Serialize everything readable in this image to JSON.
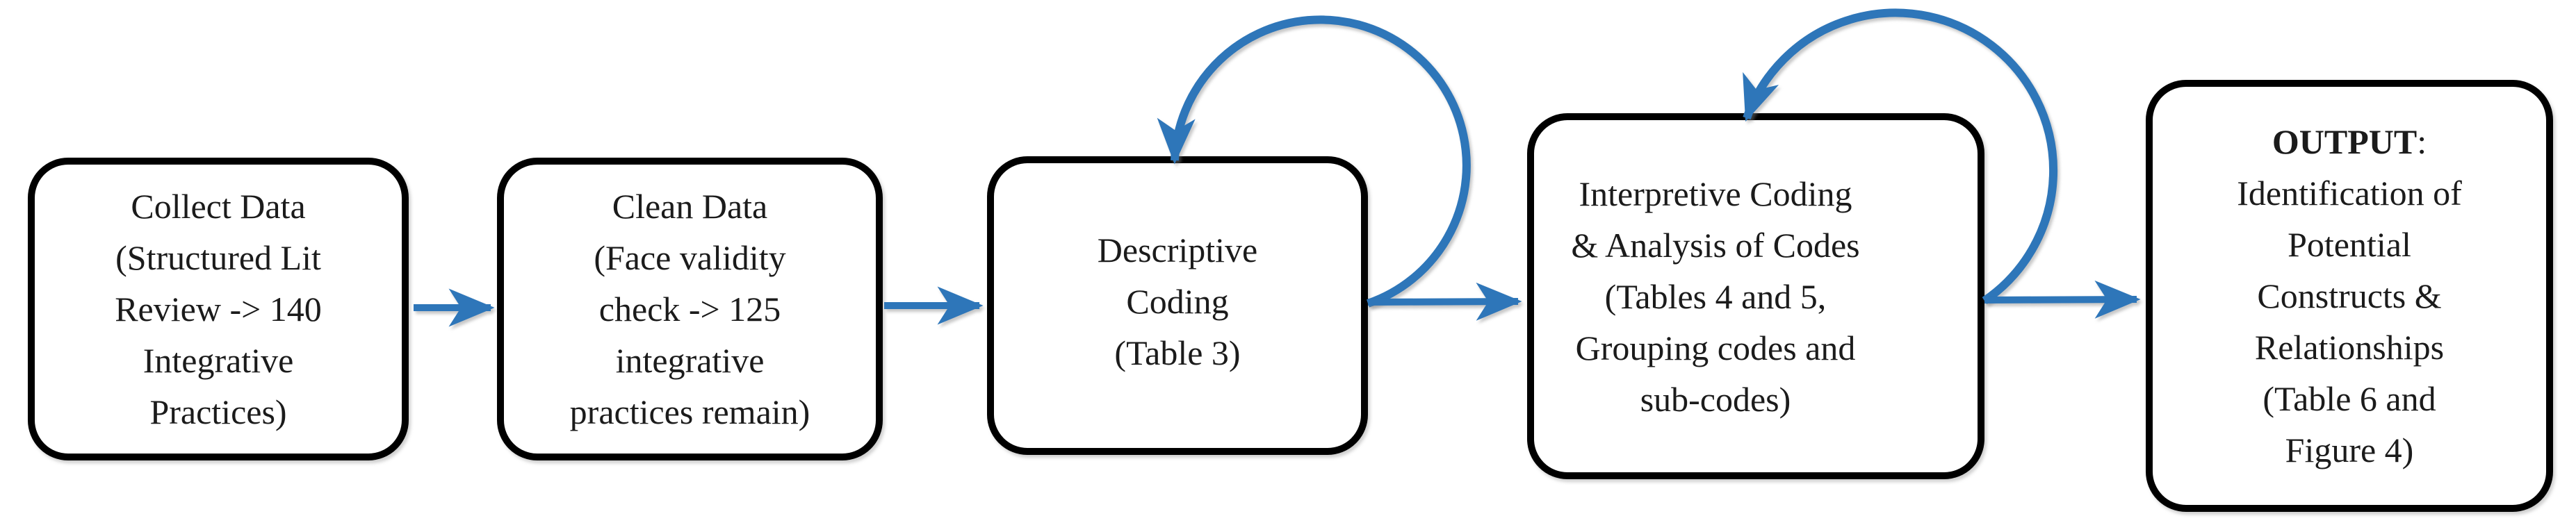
{
  "figure": {
    "type": "flowchart",
    "background": "#ffffff",
    "box_fill": "#ffffff",
    "box_border_color": "#000000",
    "arrow_color": "#2e76b9",
    "text_color": "#1b1b1b"
  },
  "boxes": [
    {
      "id": "collect-data",
      "lines": [
        "Collect Data",
        "(Structured Lit",
        "Review -> 140",
        "Integrative",
        "Practices)"
      ]
    },
    {
      "id": "clean-data",
      "lines": [
        "Clean Data",
        "(Face validity",
        "check -> 125",
        "integrative",
        "practices remain)"
      ]
    },
    {
      "id": "descriptive-coding",
      "lines": [
        "Descriptive",
        "Coding",
        "(Table 3)"
      ]
    },
    {
      "id": "interpretive-coding",
      "lines": [
        "Interpretive Coding",
        "& Analysis of Codes",
        "(Tables 4 and 5,",
        "Grouping codes and",
        "sub-codes)"
      ]
    },
    {
      "id": "output",
      "bold_prefix": "OUTPUT",
      "bold_suffix": ":",
      "lines": [
        "Identification of",
        "Potential",
        "Constructs &",
        "Relationships",
        "(Table 6 and",
        "Figure 4)"
      ]
    }
  ],
  "connections": [
    {
      "from": "collect-data",
      "to": "clean-data",
      "type": "forward"
    },
    {
      "from": "clean-data",
      "to": "descriptive-coding",
      "type": "forward"
    },
    {
      "from": "descriptive-coding",
      "to": "descriptive-coding",
      "type": "iteration-loop"
    },
    {
      "from": "descriptive-coding",
      "to": "interpretive-coding",
      "type": "forward"
    },
    {
      "from": "interpretive-coding",
      "to": "interpretive-coding",
      "type": "iteration-loop"
    },
    {
      "from": "interpretive-coding",
      "to": "output",
      "type": "forward"
    }
  ]
}
